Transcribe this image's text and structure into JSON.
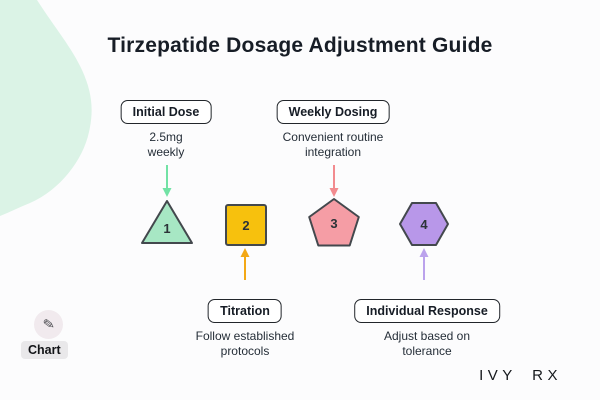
{
  "title": "Tirzepatide Dosage Adjustment Guide",
  "brand": "IVY RX",
  "badge": {
    "label": "Chart",
    "icon": "pen-icon",
    "icon_glyph": "✎"
  },
  "colors": {
    "background": "#fcfcfd",
    "blob": "#dbf3e6",
    "shape_stroke": "#43484d",
    "title_text": "#171d26"
  },
  "steps": [
    {
      "number": "1",
      "shape": "triangle",
      "fill": "#a7e7c4",
      "arrow_color": "#72e2a5",
      "arrow_direction": "down",
      "label": "Initial Dose",
      "desc": [
        "2.5mg",
        "weekly"
      ],
      "label_position": "top"
    },
    {
      "number": "2",
      "shape": "square",
      "fill": "#f7c10d",
      "arrow_color": "#f3a816",
      "arrow_direction": "up",
      "label": "Titration",
      "desc": [
        "Follow established",
        "protocols"
      ],
      "label_position": "bottom"
    },
    {
      "number": "3",
      "shape": "pentagon",
      "fill": "#f59da5",
      "arrow_color": "#f28b8f",
      "arrow_direction": "down",
      "label": "Weekly Dosing",
      "desc": [
        "Convenient routine",
        "integration"
      ],
      "label_position": "top"
    },
    {
      "number": "4",
      "shape": "hexagon",
      "fill": "#b897e9",
      "arrow_color": "#bba2ec",
      "arrow_direction": "up",
      "label": "Individual Response",
      "desc": [
        "Adjust based on",
        "tolerance"
      ],
      "label_position": "bottom"
    }
  ]
}
